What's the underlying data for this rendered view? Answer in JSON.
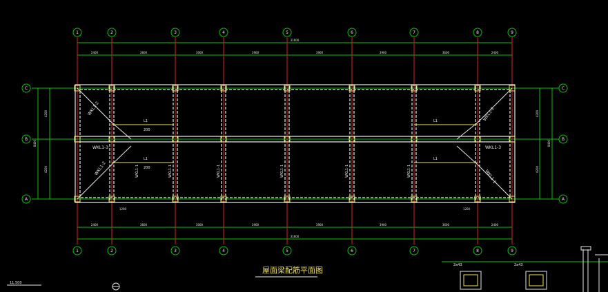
{
  "grid": {
    "axis_labels": [
      "1",
      "2",
      "3",
      "4",
      "5",
      "6",
      "7",
      "8",
      "9"
    ],
    "row_labels": [
      "C",
      "B",
      "A"
    ]
  },
  "dimensions": {
    "top_total": "31600",
    "top_spans": [
      "2400",
      "3600",
      "3000",
      "3900",
      "3900",
      "3900",
      "3600",
      "2400"
    ],
    "bottom_total": "31600",
    "bottom_spans": [
      "2400",
      "3600",
      "3000",
      "3900",
      "3900",
      "3900",
      "3600",
      "2400"
    ],
    "left_spans": [
      "4200",
      "4200"
    ],
    "left_total": "8400",
    "right_spans": [
      "4200",
      "4200"
    ],
    "right_total": "8400",
    "small_bottom": [
      "1200",
      "1200"
    ]
  },
  "beam_labels": {
    "wkl_left_top": "WKL1-2",
    "wkl_left_mid": "WKL1-3",
    "wkl_left_bot": "WKL1-2",
    "wkl_right_top": "WKL1-2",
    "wkl_right_mid": "WKL1-3",
    "wkl_right_bot": "WKL1-2",
    "wkl_cols": [
      "WKL1-1",
      "WKL1-1",
      "WKL1-1",
      "WKL1-1",
      "WKL1-1",
      "WKL1-1"
    ],
    "l_beam": "L1",
    "l_beam_sub": "200"
  },
  "drawing_title": "屋面梁配筋平面图",
  "misc": {
    "level": "11.500",
    "detail_a": "2a43",
    "detail_b": "2a43"
  },
  "colors": {
    "grid": "#00c800",
    "axis_red": "#e02020",
    "beam": "#e8e8e8",
    "text": "#f2e34a"
  }
}
